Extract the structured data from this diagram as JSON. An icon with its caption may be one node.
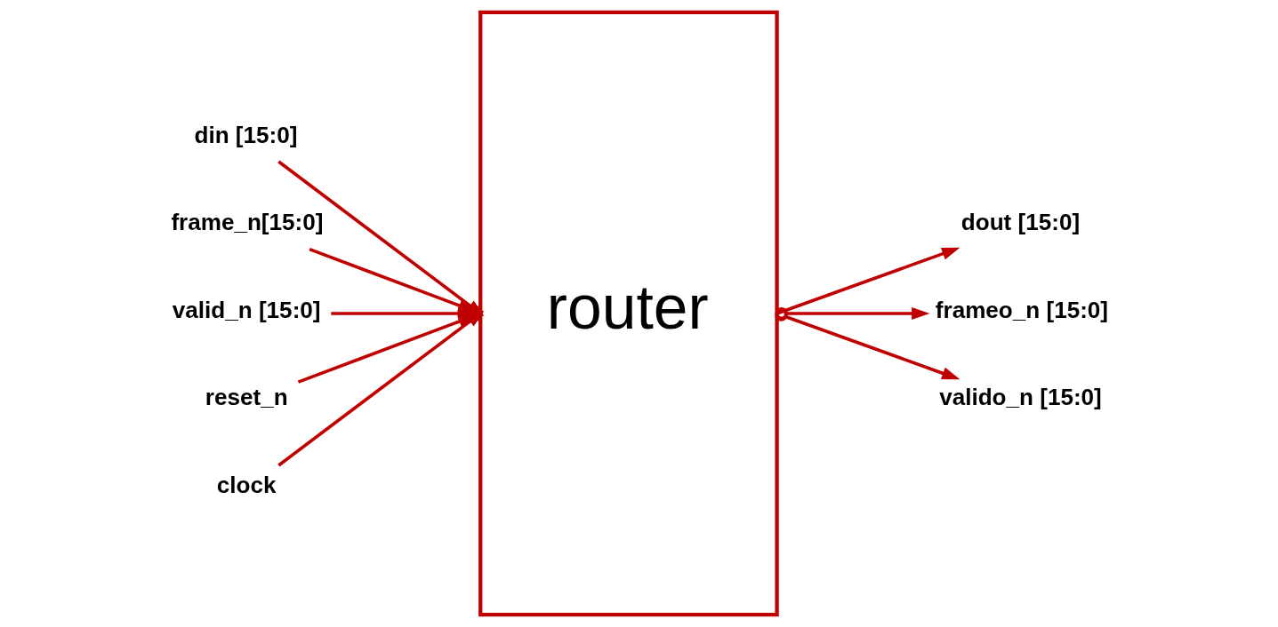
{
  "diagram": {
    "nodes": [
      {
        "text": [
          "din [15:0]"
        ]
      },
      {
        "text": [
          "frame_n[15:0]"
        ]
      },
      {
        "text": [
          "valid_n [15:0]"
        ]
      },
      {
        "text": [
          "reset_n"
        ]
      },
      {
        "text": [
          "clock"
        ]
      },
      {
        "text": [
          "router"
        ]
      },
      {
        "text": [
          "dout [15:0]"
        ]
      },
      {
        "text": [
          "frameo_n [15:0]"
        ]
      },
      {
        "text": [
          "valido_n [15:0]"
        ]
      }
    ],
    "edges": [
      {
        "from": 0,
        "to": 5,
        "arrow": "to"
      },
      {
        "from": 1,
        "to": 5,
        "arrow": "to"
      },
      {
        "from": 2,
        "to": 5,
        "arrow": "to"
      },
      {
        "from": 3,
        "to": 5,
        "arrow": "to"
      },
      {
        "from": 4,
        "to": 5,
        "arrow": "to"
      },
      {
        "from": 5,
        "to": 6,
        "arrow": "to"
      },
      {
        "from": 5,
        "to": 7,
        "arrow": "to"
      },
      {
        "from": 5,
        "to": 8,
        "arrow": "to"
      }
    ]
  }
}
